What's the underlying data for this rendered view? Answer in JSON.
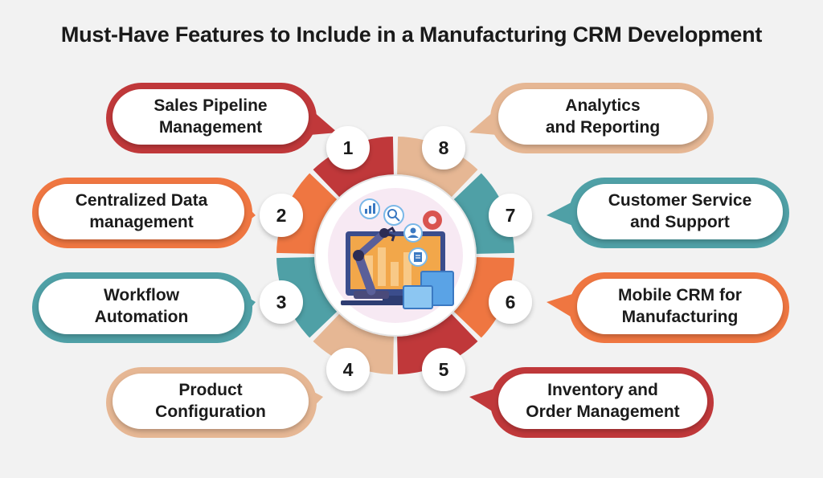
{
  "title": "Must-Have Features to Include in a Manufacturing CRM Development",
  "colors": {
    "red": "#c0383a",
    "orange": "#ef7641",
    "teal": "#4fa0a6",
    "tan": "#e6b794",
    "background": "#f2f2f2"
  },
  "features": [
    {
      "number": "1",
      "label": "Sales Pipeline\nManagement",
      "color": "red"
    },
    {
      "number": "2",
      "label": "Centralized Data\nmanagement",
      "color": "orange"
    },
    {
      "number": "3",
      "label": "Workflow\nAutomation",
      "color": "teal"
    },
    {
      "number": "4",
      "label": "Product\nConfiguration",
      "color": "tan"
    },
    {
      "number": "5",
      "label": "Inventory and\nOrder Management",
      "color": "red"
    },
    {
      "number": "6",
      "label": "Mobile CRM for\nManufacturing",
      "color": "orange"
    },
    {
      "number": "7",
      "label": "Customer Service\nand Support",
      "color": "teal"
    },
    {
      "number": "8",
      "label": "Analytics\nand Reporting",
      "color": "tan"
    }
  ],
  "center_illustration": "manufacturing-crm-illustration"
}
